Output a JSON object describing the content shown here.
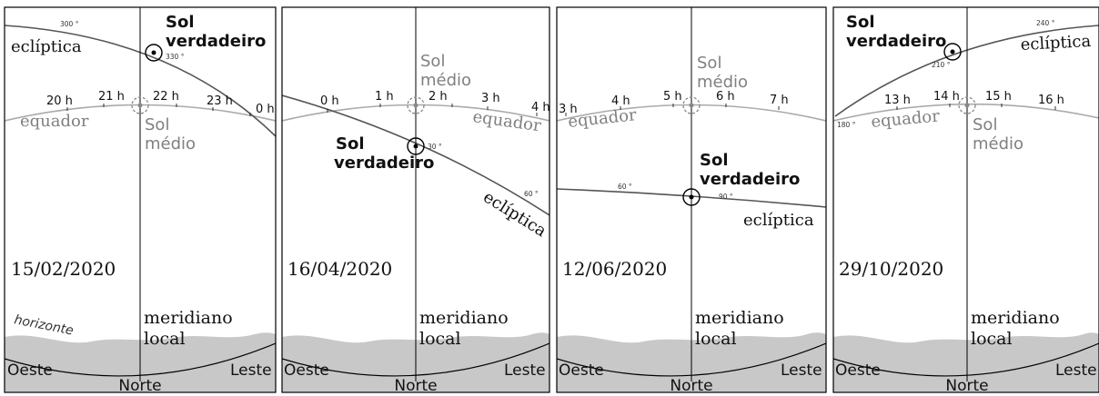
{
  "panels": [
    {
      "date": "15/02/2020",
      "ecliptic_label": "eclíptica",
      "equator_label": "equador",
      "true_sun_label": [
        "Sol",
        "verdadeiro"
      ],
      "mean_sun_label": [
        "Sol",
        "médio"
      ],
      "meridian_label": [
        "meridiano",
        "local"
      ],
      "horizon_label": "horizonte",
      "west_label": "Oeste",
      "east_label": "Leste",
      "north_label": "Norte",
      "hour_labels": [
        "20 h",
        "21 h",
        "22 h",
        "23 h",
        "0 h"
      ],
      "degree_labels": [
        "300 °",
        "330 °"
      ]
    },
    {
      "date": "16/04/2020",
      "ecliptic_label": "eclíptica",
      "equator_label": "equador",
      "true_sun_label": [
        "Sol",
        "verdadeiro"
      ],
      "mean_sun_label": [
        "Sol",
        "médio"
      ],
      "meridian_label": [
        "meridiano",
        "local"
      ],
      "west_label": "Oeste",
      "east_label": "Leste",
      "north_label": "Norte",
      "hour_labels": [
        "0 h",
        "1 h",
        "2 h",
        "3 h",
        "4 h"
      ],
      "degree_labels": [
        "30 °",
        "60 °"
      ]
    },
    {
      "date": "12/06/2020",
      "ecliptic_label": "eclíptica",
      "equator_label": "equador",
      "true_sun_label": [
        "Sol",
        "verdadeiro"
      ],
      "mean_sun_label": [
        "Sol",
        "médio"
      ],
      "meridian_label": [
        "meridiano",
        "local"
      ],
      "west_label": "Oeste",
      "east_label": "Leste",
      "north_label": "Norte",
      "hour_labels": [
        "3 h",
        "4 h",
        "5 h",
        "6 h",
        "7 h"
      ],
      "degree_labels": [
        "60 °",
        "90 °"
      ]
    },
    {
      "date": "29/10/2020",
      "ecliptic_label": "eclíptica",
      "equator_label": "equador",
      "true_sun_label": [
        "Sol",
        "verdadeiro"
      ],
      "mean_sun_label": [
        "Sol",
        "médio"
      ],
      "meridian_label": [
        "meridiano",
        "local"
      ],
      "west_label": "Oeste",
      "east_label": "Leste",
      "north_label": "Norte",
      "hour_labels": [
        "13 h",
        "14 h",
        "15 h",
        "16 h"
      ],
      "degree_labels": [
        "180 °",
        "210 °",
        "240 °"
      ]
    }
  ],
  "colors": {
    "frame": "#000000",
    "ecliptic": "#555555",
    "equator": "#aaaaaa",
    "mean_sun_text": "#808080",
    "ground": "#c8c8c8",
    "text": "#111111"
  }
}
